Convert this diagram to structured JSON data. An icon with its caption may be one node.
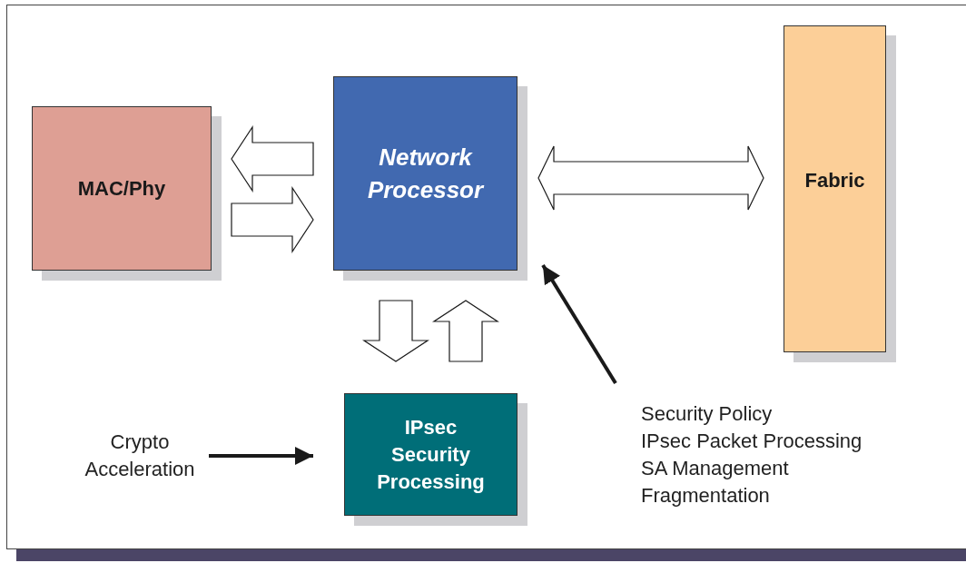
{
  "diagram": {
    "nodes": [
      {
        "text": [
          "MAC/Phy"
        ]
      },
      {
        "text": [
          "Network Processor"
        ]
      },
      {
        "text": [
          "Fabric"
        ]
      },
      {
        "text": [
          "IPsec Security Processing"
        ]
      },
      {
        "text": [
          "Crypto Acceleration"
        ]
      },
      {
        "text": [
          "Security Policy",
          "IPsec Packet Processing",
          "SA Management",
          "Fragmentation"
        ]
      }
    ],
    "edges": [
      {
        "from": 1,
        "to": 0,
        "arrow": "to",
        "style": "thick"
      },
      {
        "from": 0,
        "to": 1,
        "arrow": "to",
        "style": "thick"
      },
      {
        "from": 1,
        "to": 2,
        "arrow": "both",
        "style": "thick"
      },
      {
        "from": 1,
        "to": 3,
        "arrow": "to",
        "style": "thick"
      },
      {
        "from": 3,
        "to": 1,
        "arrow": "to",
        "style": "thick"
      },
      {
        "from": 4,
        "to": 3,
        "arrow": "to"
      },
      {
        "from": 5,
        "to": 1,
        "arrow": "to"
      }
    ]
  }
}
